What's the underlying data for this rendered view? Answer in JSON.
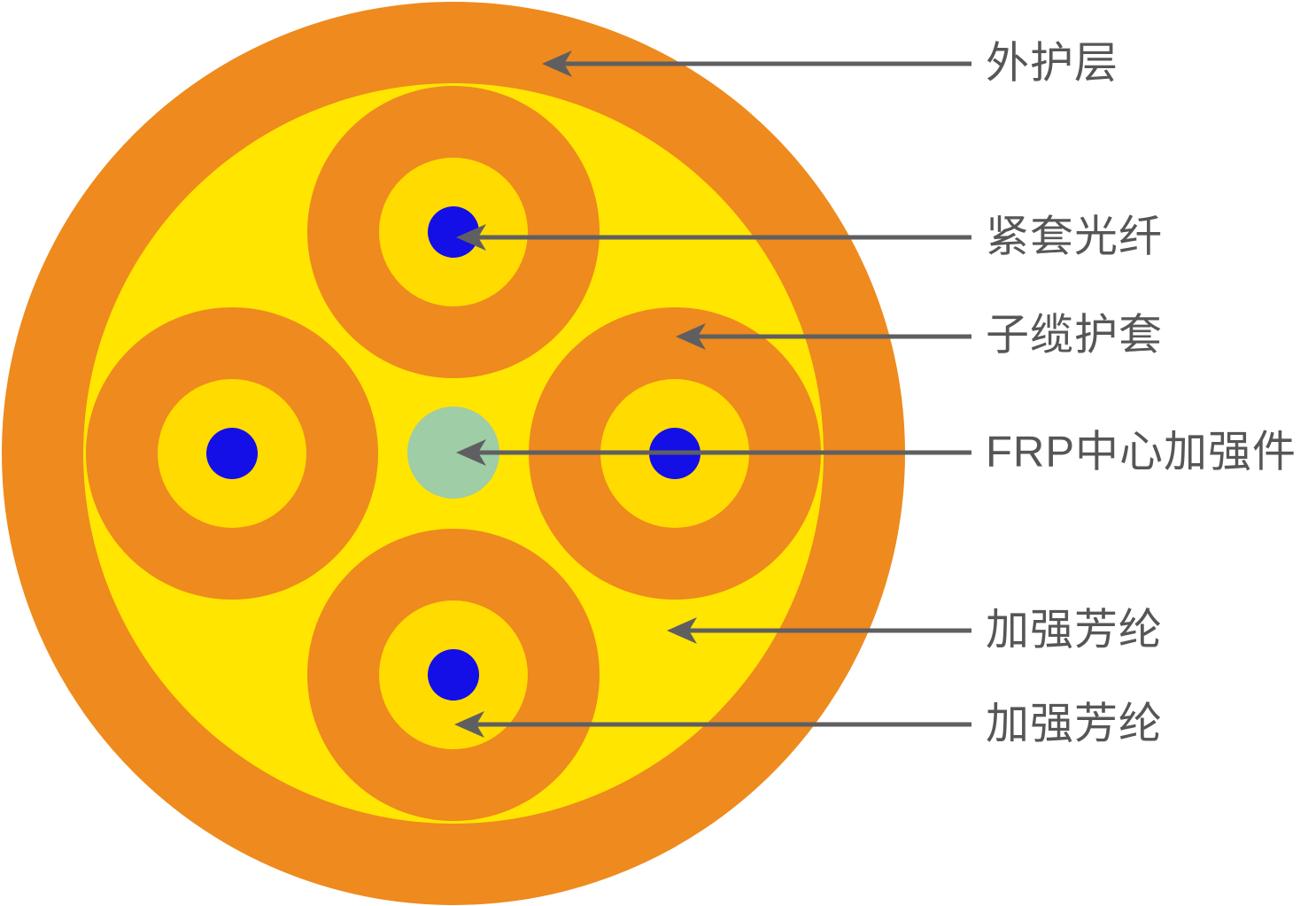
{
  "diagram": {
    "type": "fiber-optic-cable-cross-section",
    "labels": [
      {
        "text": "外护层"
      },
      {
        "text": "紧套光纤"
      },
      {
        "text": "子缆护套"
      },
      {
        "text": "FRP中心加强件"
      },
      {
        "text": "加强芳纶"
      },
      {
        "text": "加强芳纶"
      }
    ],
    "colors": {
      "outer_sheath": "#EE8A1E",
      "aramid_yarn": "#FFE500",
      "subunit_jacket": "#EE8A1E",
      "subunit_aramid": "#FFDB00",
      "fiber": "#140FE6",
      "frp": "#9ECDA6",
      "arrow": "#5F5F61"
    }
  }
}
